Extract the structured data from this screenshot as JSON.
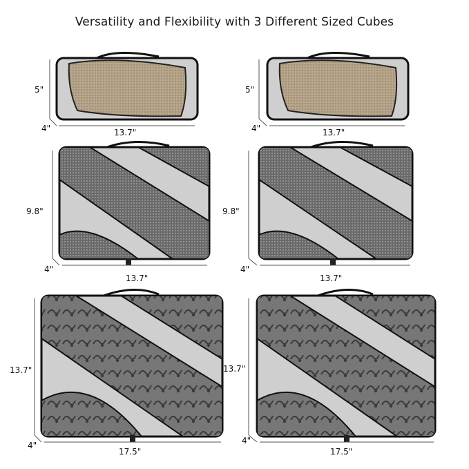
{
  "headline": "Versatility and Flexibility with 3 Different Sized Cubes",
  "cubes": [
    {
      "size": "small",
      "height": "5\"",
      "width": "13.7\"",
      "depth": "4\""
    },
    {
      "size": "medium",
      "height": "9.8\"",
      "width": "13.7\"",
      "depth": "4\""
    },
    {
      "size": "large",
      "height": "13.7\"",
      "width": "17.5\"",
      "depth": "4\""
    }
  ],
  "colors": {
    "fabric": "#cfcfcf",
    "mesh_small": "#b3a186",
    "mesh_dark": "#5e5e5e",
    "trim": "#111111"
  }
}
